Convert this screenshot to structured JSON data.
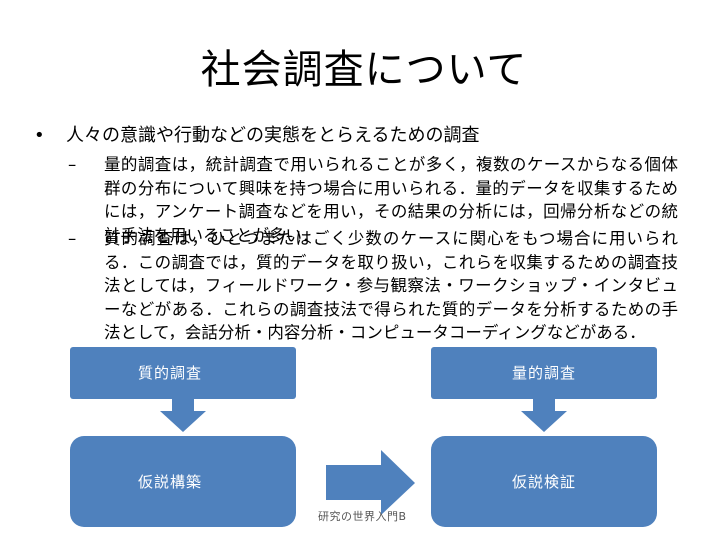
{
  "slide": {
    "title": "社会調査について",
    "bullet_marker": "•",
    "bullet": "人々の意識や行動などの実態をとらえるための調査",
    "sub_marker": "–",
    "sub1": "量的調査は，統計調査で用いられることが多く，複数のケースからなる個体群の分布について興味を持つ場合に用いられる．量的データを収集するためには，アンケート調査などを用い，その結果の分析には，回帰分析などの統計手法を用いることが多い．",
    "sub2": "質的調査は，ひとつまたはごく少数のケースに関心をもつ場合に用いられる．この調査では，質的データを取り扱い，これらを収集するための調査技法としては，フィールドワーク・参与観察法・ワークショップ・インタビューなどがある．これらの調査技法で得られた質的データを分析するための手法として，会話分析・内容分析・コンピュータコーディングなどがある．"
  },
  "diagram": {
    "qualitative": "質的調査",
    "quantitative": "量的調査",
    "hypothesis_building": "仮説構築",
    "hypothesis_testing": "仮説検証"
  },
  "footer": "研究の世界入門B",
  "colors": {
    "box_fill": "#4f81bd",
    "box_text": "#ffffff"
  }
}
